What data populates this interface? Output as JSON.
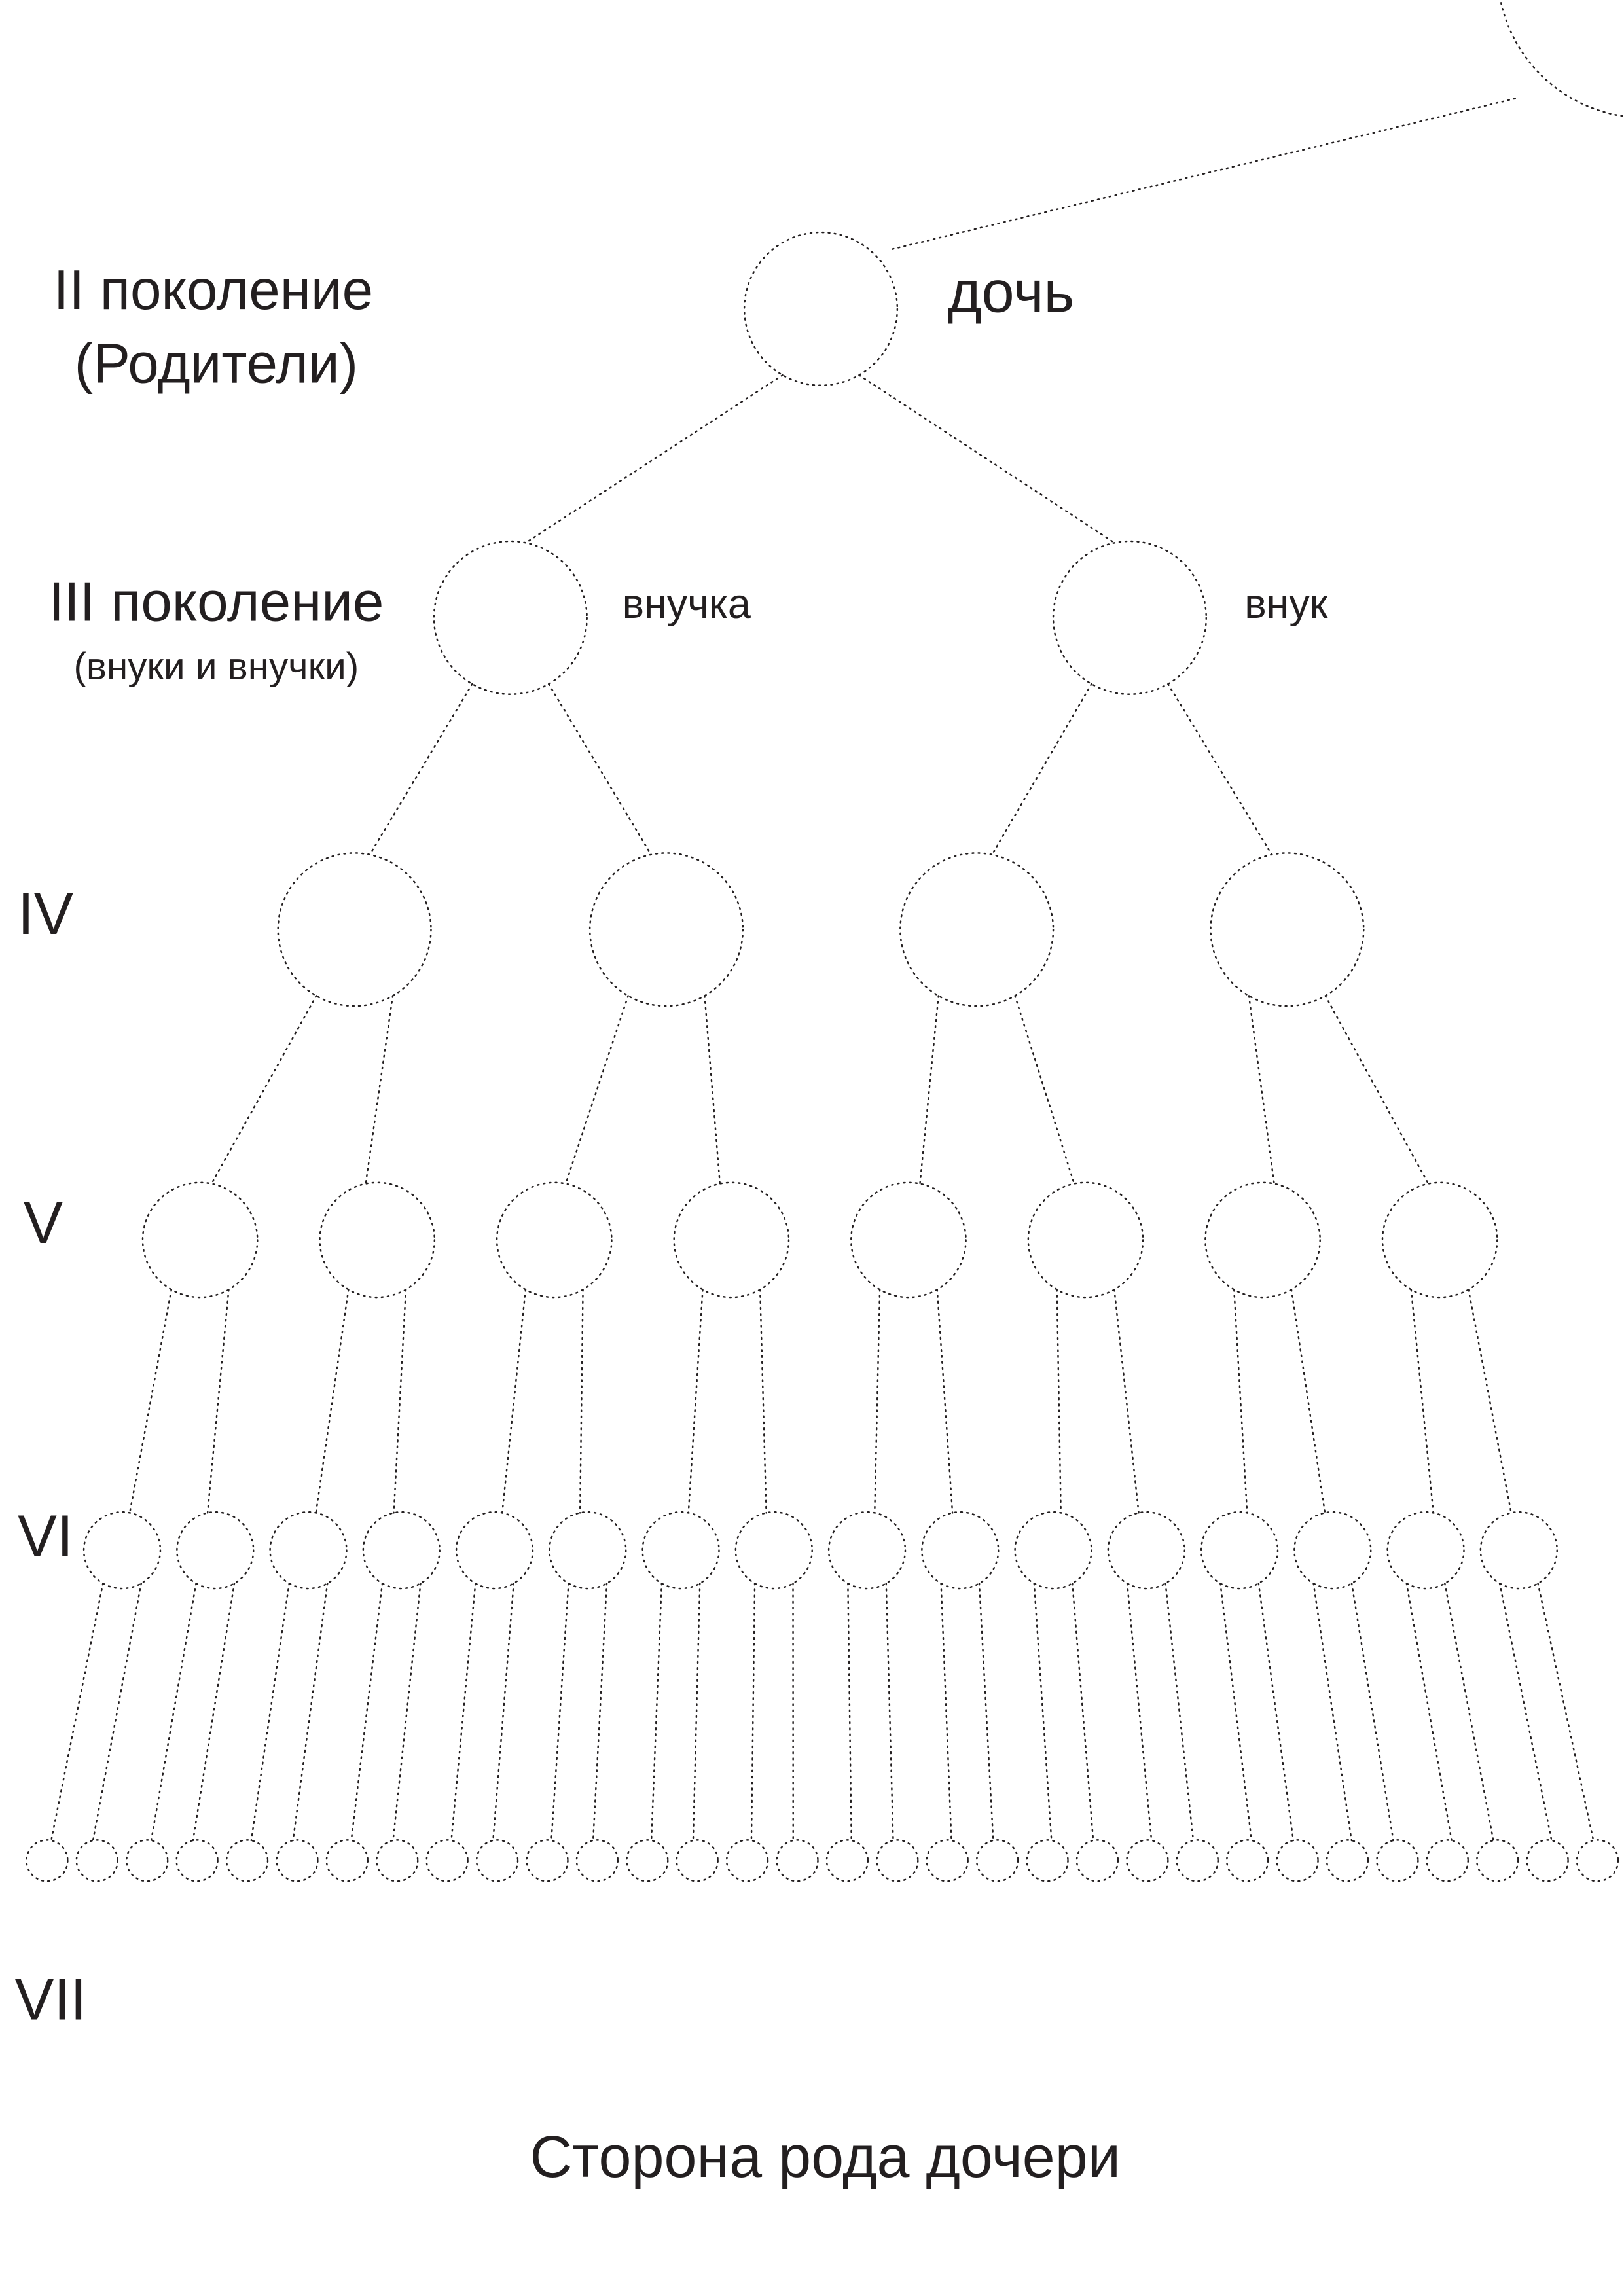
{
  "generations": [
    {
      "roman": "II",
      "label": "II поколение",
      "sublabel": "(Родители)"
    },
    {
      "roman": "III",
      "label": "III поколение",
      "sublabel": "(внуки и внучки)"
    },
    {
      "roman": "IV",
      "label": "IV"
    },
    {
      "roman": "V",
      "label": "V"
    },
    {
      "roman": "VI",
      "label": "VI"
    },
    {
      "roman": "VII",
      "label": "VII"
    }
  ],
  "nodes": {
    "root": "дочь",
    "level3_left": "внучка",
    "level3_right": "внук"
  },
  "tree_levels_node_counts": [
    1,
    2,
    4,
    8,
    16,
    32
  ],
  "caption": "Сторона рода дочери",
  "colors": {
    "ink": "#231f20",
    "background": "#ffffff"
  }
}
